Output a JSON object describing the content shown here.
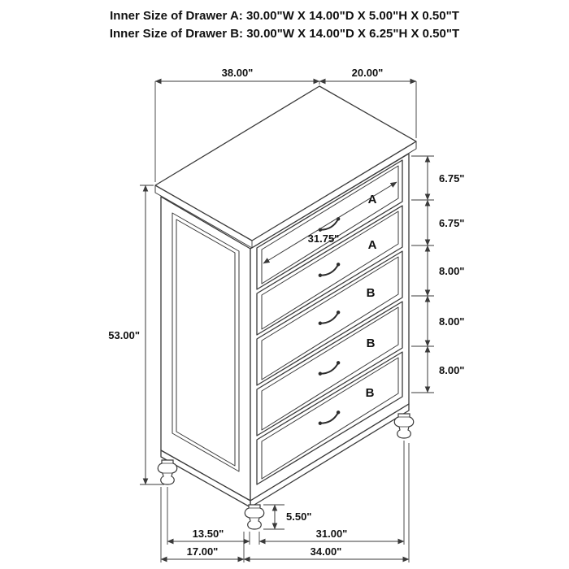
{
  "title": {
    "line_a": "Inner Size of Drawer A: 30.00\"W X 14.00\"D X 5.00\"H X 0.50\"T",
    "line_b": "Inner Size of Drawer B: 30.00\"W X 14.00\"D X 6.25\"H X 0.50\"T"
  },
  "dimensions": {
    "top_width": "38.00\"",
    "top_depth": "20.00\"",
    "overall_height": "53.00\"",
    "drawer_section_heights": [
      "6.75\"",
      "6.75\"",
      "8.00\"",
      "8.00\"",
      "8.00\""
    ],
    "drawer_opening_width": "31.75\"",
    "leg_height": "5.50\"",
    "leg_spacing_depth": "13.50\"",
    "leg_spacing_width": "31.00\"",
    "base_depth": "17.00\"",
    "base_width": "34.00\""
  },
  "drawer_labels": [
    "A",
    "A",
    "B",
    "B",
    "B"
  ],
  "colors": {
    "line": "#3a3a3a",
    "text": "#111111",
    "drawer_label_red": "#e8000d",
    "background": "#ffffff"
  }
}
